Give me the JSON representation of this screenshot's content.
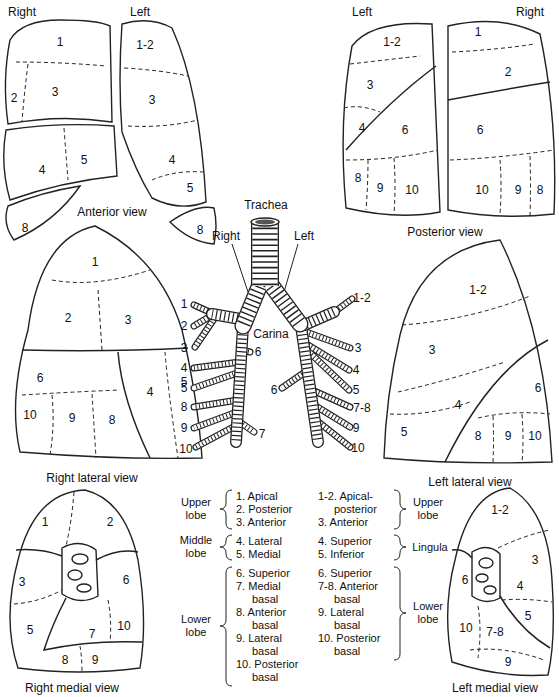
{
  "diagram": {
    "labels": [
      "Right",
      "Left",
      "1",
      "2",
      "3",
      "4",
      "5",
      "8",
      "1-2",
      "3",
      "4",
      "5",
      "8",
      "Anterior view",
      "Left",
      "Right",
      "1-2",
      "3",
      "4",
      "6",
      "8",
      "9",
      "10",
      "1",
      "2",
      "6",
      "10",
      "9",
      "8",
      "Posterior view",
      "Trachea",
      "1",
      "2",
      "3",
      "6",
      "4",
      "5",
      "10",
      "9",
      "8",
      "Right lateral view",
      "Right",
      "Left",
      "Carina",
      "1",
      "2",
      "3",
      "4",
      "5",
      "6",
      "8",
      "9",
      "10",
      "7",
      "1-2",
      "3",
      "4",
      "6",
      "5",
      "7-8",
      "9",
      "10",
      "1-2",
      "3",
      "6",
      "4",
      "5",
      "8",
      "9",
      "10",
      "Left lateral view",
      "1",
      "2",
      "3",
      "6",
      "5",
      "7",
      "10",
      "8",
      "9",
      "Right medial view",
      "Upper lobe",
      "1. Apical",
      "2. Posterior",
      "3. Anterior",
      "Middle lobe",
      "4. Lateral",
      "5. Medial",
      "Lower lobe",
      "6. Superior",
      "7. Medial basal",
      "8. Anterior basal",
      "9. Lateral basal",
      "10. Posterior basal",
      "1-2. Apical-posterior",
      "3. Anterior",
      "Upper lobe",
      "4. Superior",
      "5. Inferior",
      "Lingula",
      "6. Superior",
      "7-8. Anterior basal",
      "9. Lateral basal",
      "10. Posterior basal",
      "Lower lobe",
      "1-2",
      "3",
      "6",
      "4",
      "5",
      "10",
      "7-8",
      "9",
      "Left medial view"
    ]
  }
}
